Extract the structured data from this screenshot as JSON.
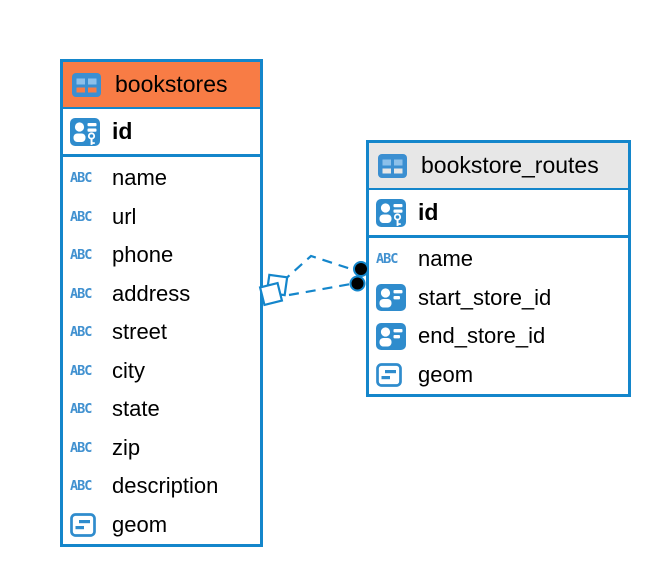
{
  "diagram": {
    "type": "entity-relationship-diagram",
    "background_color": "#ffffff",
    "accent_color": "#1486cb",
    "text_color": "#000000",
    "icon_glyphs": {
      "text_type": "ABC"
    },
    "tables": [
      {
        "name": "bookstores",
        "header_bg": "#f87c45",
        "header_icon": "table-icon",
        "primary_key": {
          "name": "id",
          "icon": "primary-key-icon"
        },
        "columns": [
          {
            "name": "name",
            "type": "text",
            "icon": "text-type-icon"
          },
          {
            "name": "url",
            "type": "text",
            "icon": "text-type-icon"
          },
          {
            "name": "phone",
            "type": "text",
            "icon": "text-type-icon"
          },
          {
            "name": "address",
            "type": "text",
            "icon": "text-type-icon"
          },
          {
            "name": "street",
            "type": "text",
            "icon": "text-type-icon"
          },
          {
            "name": "city",
            "type": "text",
            "icon": "text-type-icon"
          },
          {
            "name": "state",
            "type": "text",
            "icon": "text-type-icon"
          },
          {
            "name": "zip",
            "type": "text",
            "icon": "text-type-icon"
          },
          {
            "name": "description",
            "type": "text",
            "icon": "text-type-icon"
          },
          {
            "name": "geom",
            "type": "geometry",
            "icon": "geometry-type-icon"
          }
        ]
      },
      {
        "name": "bookstore_routes",
        "header_bg": "#e7e7e7",
        "header_icon": "table-icon",
        "primary_key": {
          "name": "id",
          "icon": "primary-key-icon"
        },
        "columns": [
          {
            "name": "name",
            "type": "text",
            "icon": "text-type-icon"
          },
          {
            "name": "start_store_id",
            "type": "reference",
            "icon": "foreign-key-icon"
          },
          {
            "name": "end_store_id",
            "type": "reference",
            "icon": "foreign-key-icon"
          },
          {
            "name": "geom",
            "type": "geometry",
            "icon": "geometry-type-icon"
          }
        ]
      }
    ],
    "relationships": [
      {
        "from_table": "bookstore_routes",
        "to_table": "bookstores",
        "line_style": "dashed",
        "source_marker": "dot-marker",
        "target_marker": "diamond-marker"
      },
      {
        "from_table": "bookstore_routes",
        "to_table": "bookstores",
        "line_style": "dashed",
        "source_marker": "dot-marker",
        "target_marker": "diamond-marker"
      }
    ]
  }
}
